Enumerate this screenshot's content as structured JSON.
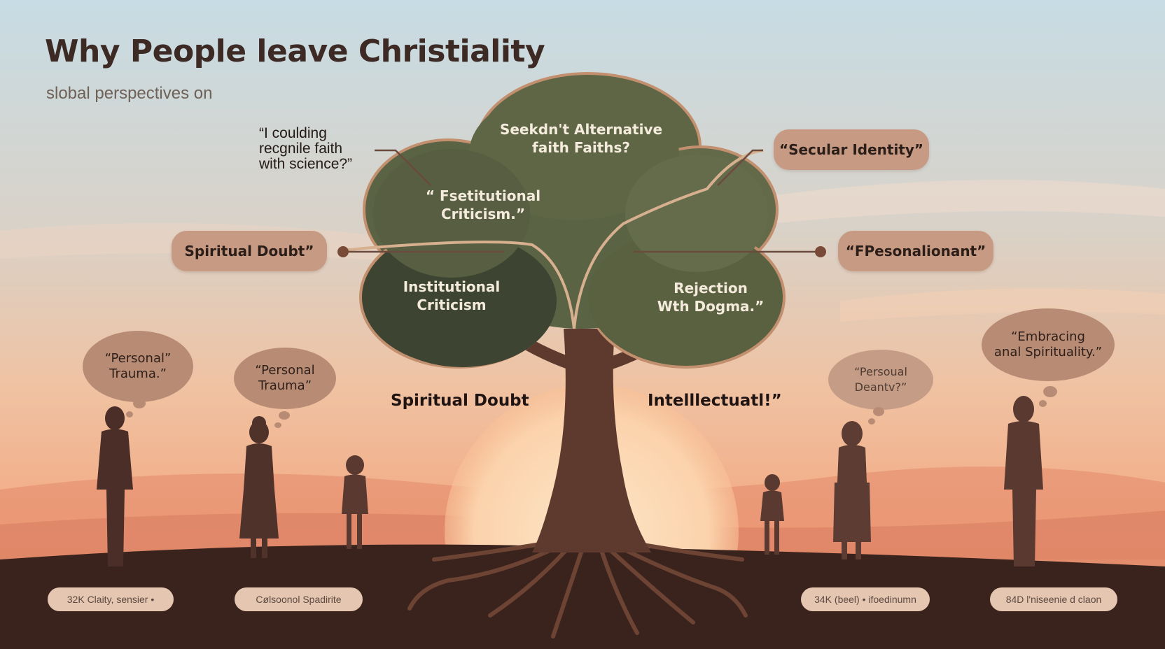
{
  "header": {
    "title": "Why People leave Christiality",
    "subtitle": "slobal perspectives   on"
  },
  "quote_science": "“I coulding\nrecgnile faith\nwith science?”",
  "canopy": {
    "top": "Seekdn't Alternative\nfaith Faiths?",
    "upper_left": "“ Fsetitutional\nCriticism.”",
    "lower_left": "Institutional\nCriticism",
    "lower_right": "Rejection\nWth Dogma.”"
  },
  "pills": {
    "secular_identity": "“Secular Identity”",
    "spiritual_doubt": "Spiritual Doubt”",
    "personal": "“FPesonalionant”"
  },
  "ground_labels": {
    "left": "Spiritual Doubt",
    "right": "Intelllectuatl!”"
  },
  "bubbles": {
    "b1": "“Personal”\nTrauma.”",
    "b2": "“Personal\nTrauma”",
    "b3": "“Persoual\nDeantv?”",
    "b4": "“Embracing\nanal Spirituality.”"
  },
  "stats": [
    "32K Claity, sensier  •",
    "Cølsoonol Spadirite",
    "34K (beel) • ifoedinumn",
    "84D l'niseenie d claon"
  ],
  "colors": {
    "sky_top": "#c9dde4",
    "sky_bottom": "#f2b489",
    "canopy": "#5f6646",
    "canopy_dark": "#3e4432",
    "trunk": "#5e3a2e",
    "pill": "#c79a83",
    "ground": "#3a231d"
  }
}
